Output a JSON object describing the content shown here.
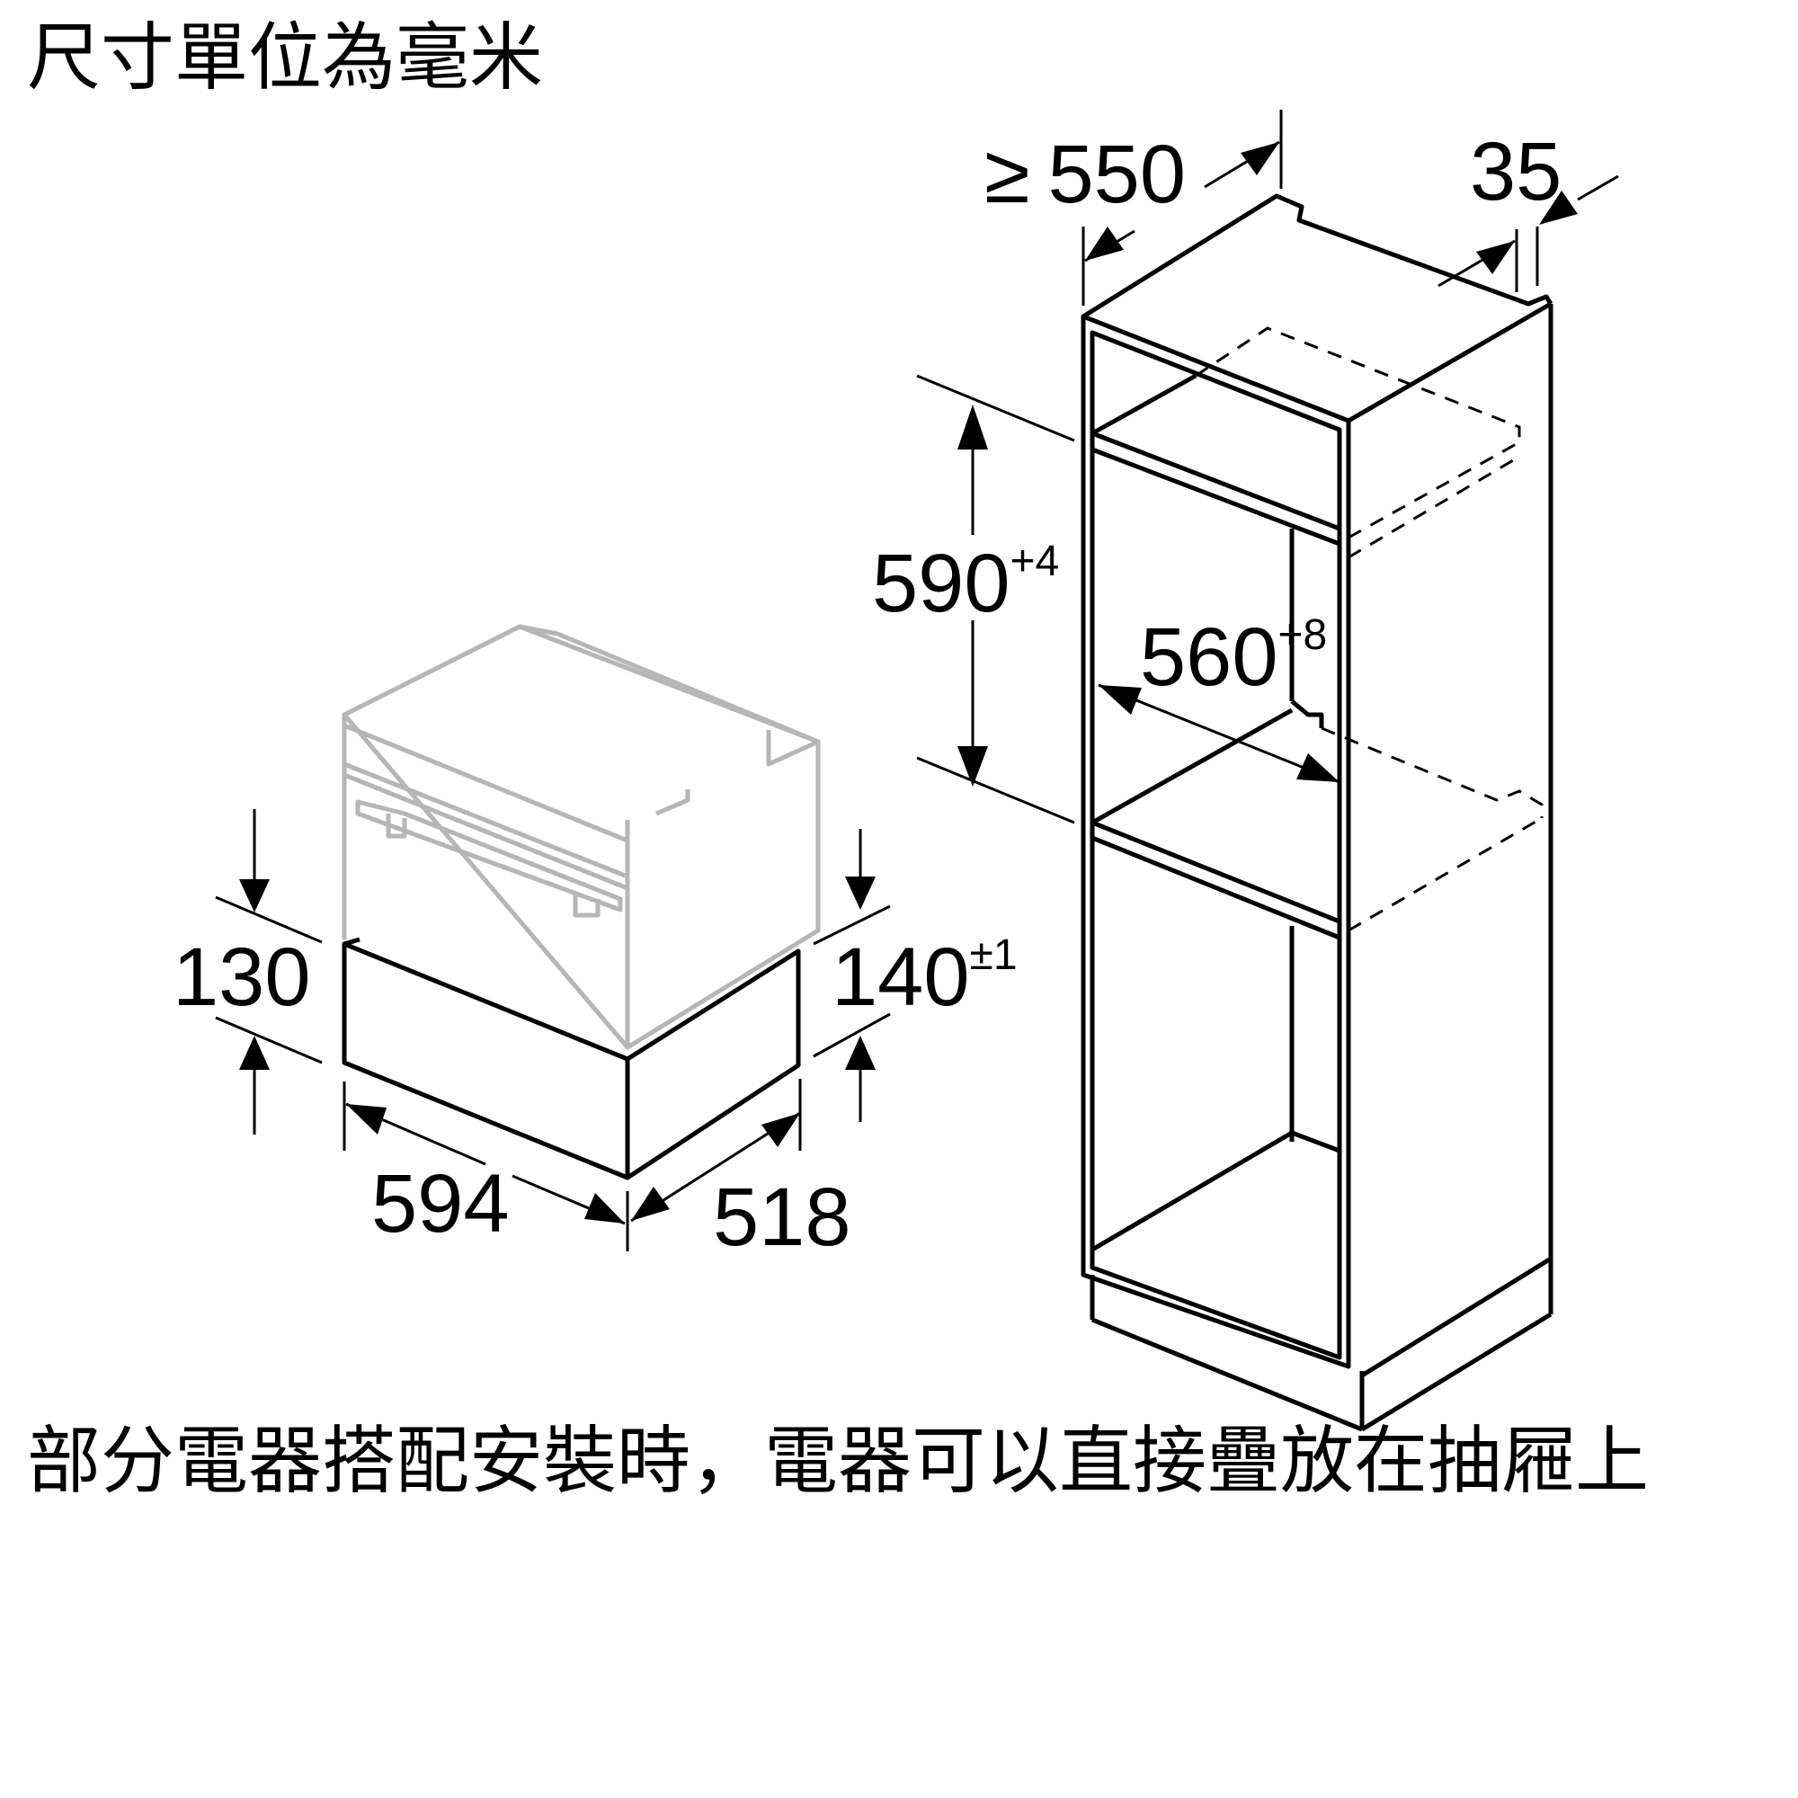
{
  "header": {
    "title": "尺寸單位為毫米"
  },
  "note": {
    "text": "部分電器搭配安裝時，電器可以直接疊放在抽屜上"
  },
  "dimensions": {
    "drawer_front_height": "130",
    "appliance_height": {
      "value": "140",
      "tol": "±1"
    },
    "drawer_width": "594",
    "drawer_depth": "518",
    "niche_depth": {
      "symbol": "≥",
      "value": "550"
    },
    "back_gap": "35",
    "niche_height": {
      "value": "590",
      "tol": "+4"
    },
    "niche_width": {
      "value": "560",
      "tol": "+8"
    }
  }
}
